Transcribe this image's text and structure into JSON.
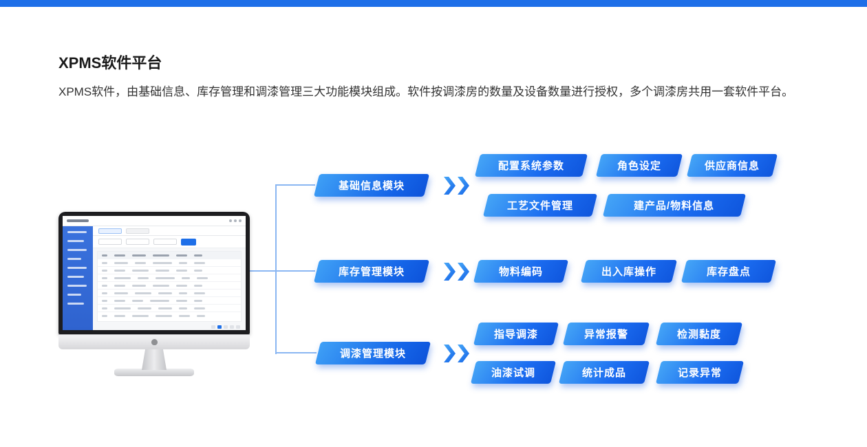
{
  "header": {
    "title": "XPMS软件平台",
    "description": "XPMS软件，由基础信息、库存管理和调漆管理三大功能模块组成。软件按调漆房的数量及设备数量进行授权，多个调漆房共用一套软件平台。"
  },
  "colors": {
    "accent": "#1e6fe8"
  },
  "diagram": {
    "modules": [
      {
        "label": "基础信息模块",
        "items": [
          "配置系统参数",
          "角色设定",
          "供应商信息",
          "工艺文件管理",
          "建产品/物料信息"
        ]
      },
      {
        "label": "库存管理模块",
        "items": [
          "物料编码",
          "出入库操作",
          "库存盘点"
        ]
      },
      {
        "label": "调漆管理模块",
        "items": [
          "指导调漆",
          "异常报警",
          "检测黏度",
          "油漆试调",
          "统计成品",
          "记录异常"
        ]
      }
    ]
  }
}
